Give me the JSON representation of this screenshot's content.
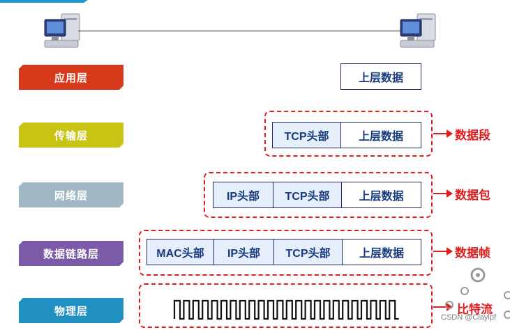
{
  "layers": [
    {
      "label": "应用层",
      "color": "#d63a1a"
    },
    {
      "label": "传输层",
      "color": "#c8c414"
    },
    {
      "label": "网络层",
      "color": "#a2b7c4"
    },
    {
      "label": "数据链路层",
      "color": "#7b5aa8"
    },
    {
      "label": "物理层",
      "color": "#1f90c0"
    }
  ],
  "packets": {
    "app": {
      "data": "上层数据"
    },
    "transport": {
      "tcp": "TCP头部",
      "data": "上层数据"
    },
    "network": {
      "ip": "IP头部",
      "tcp": "TCP头部",
      "data": "上层数据"
    },
    "link": {
      "mac": "MAC头部",
      "ip": "IP头部",
      "tcp": "TCP头部",
      "data": "上层数据"
    }
  },
  "units": {
    "transport": "数据段",
    "network": "数据包",
    "link": "数据帧",
    "physical": "比特流"
  },
  "watermark": "CSDN @Claylpf",
  "colors": {
    "dash": "#e01c1c",
    "packet_border": "#1b2a6a",
    "header_fill": "#e6eefb"
  }
}
